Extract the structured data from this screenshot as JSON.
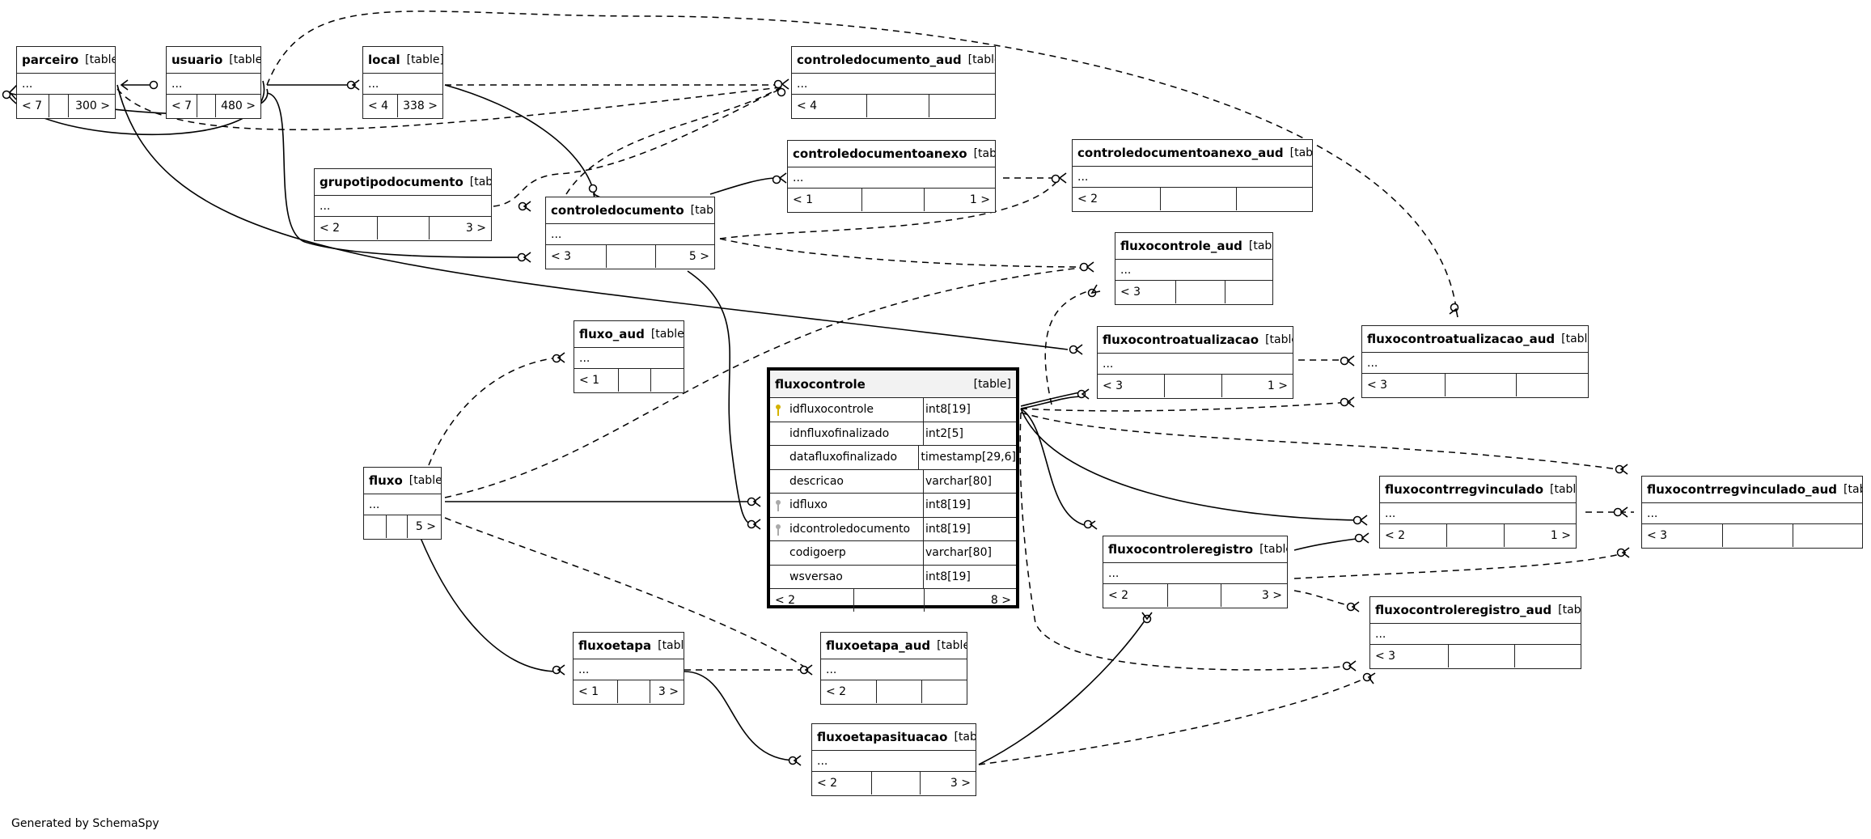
{
  "footer": "Generated by SchemaSpy",
  "tables": {
    "parceiro": {
      "name": "parceiro",
      "tag": "[table]",
      "row": "...",
      "footer": [
        "< 7",
        "",
        "300 >"
      ]
    },
    "usuario": {
      "name": "usuario",
      "tag": "[table]",
      "row": "...",
      "footer": [
        "< 7",
        "",
        "480 >"
      ]
    },
    "local": {
      "name": "local",
      "tag": "[table]",
      "row": "...",
      "footer": [
        "< 4",
        "338 >"
      ]
    },
    "controledocumento_aud": {
      "name": "controledocumento_aud",
      "tag": "[table]",
      "row": "...",
      "footer": [
        "< 4",
        "",
        ""
      ]
    },
    "controledocumentoanexo": {
      "name": "controledocumentoanexo",
      "tag": "[table]",
      "row": "...",
      "footer": [
        "< 1",
        "",
        "1 >"
      ]
    },
    "controledocumentoanexo_aud": {
      "name": "controledocumentoanexo_aud",
      "tag": "[table]",
      "row": "...",
      "footer": [
        "< 2",
        "",
        ""
      ]
    },
    "grupotipodocumento": {
      "name": "grupotipodocumento",
      "tag": "[table]",
      "row": "...",
      "footer": [
        "< 2",
        "",
        "3 >"
      ]
    },
    "controledocumento": {
      "name": "controledocumento",
      "tag": "[table]",
      "row": "...",
      "footer": [
        "< 3",
        "",
        "5 >"
      ]
    },
    "fluxocontrole_aud": {
      "name": "fluxocontrole_aud",
      "tag": "[table]",
      "row": "...",
      "footer": [
        "< 3",
        "",
        ""
      ]
    },
    "fluxo_aud": {
      "name": "fluxo_aud",
      "tag": "[table]",
      "row": "...",
      "footer": [
        "< 1",
        "",
        ""
      ]
    },
    "fluxocontroatualizacao": {
      "name": "fluxocontroatualizacao",
      "tag": "[table]",
      "row": "...",
      "footer": [
        "< 3",
        "",
        "1 >"
      ]
    },
    "fluxocontroatualizacao_aud": {
      "name": "fluxocontroatualizacao_aud",
      "tag": "[table]",
      "row": "...",
      "footer": [
        "< 3",
        "",
        ""
      ]
    },
    "fluxo": {
      "name": "fluxo",
      "tag": "[table]",
      "row": "...",
      "footer": [
        "",
        "",
        "5 >"
      ]
    },
    "fluxocontrregvinculado": {
      "name": "fluxocontrregvinculado",
      "tag": "[table]",
      "row": "...",
      "footer": [
        "< 2",
        "",
        "1 >"
      ]
    },
    "fluxocontrregvinculado_aud": {
      "name": "fluxocontrregvinculado_aud",
      "tag": "[table]",
      "row": "...",
      "footer": [
        "< 3",
        "",
        ""
      ]
    },
    "fluxocontroleregistro": {
      "name": "fluxocontroleregistro",
      "tag": "[table]",
      "row": "...",
      "footer": [
        "< 2",
        "",
        "3 >"
      ]
    },
    "fluxocontroleregistro_aud": {
      "name": "fluxocontroleregistro_aud",
      "tag": "[table]",
      "row": "...",
      "footer": [
        "< 3",
        "",
        ""
      ]
    },
    "fluxoetapa": {
      "name": "fluxoetapa",
      "tag": "[table]",
      "row": "...",
      "footer": [
        "< 1",
        "",
        "3 >"
      ]
    },
    "fluxoetapa_aud": {
      "name": "fluxoetapa_aud",
      "tag": "[table]",
      "row": "...",
      "footer": [
        "< 2",
        "",
        ""
      ]
    },
    "fluxoetapasituacao": {
      "name": "fluxoetapasituacao",
      "tag": "[table]",
      "row": "...",
      "footer": [
        "< 2",
        "",
        "3 >"
      ]
    },
    "fluxocontrole": {
      "name": "fluxocontrole",
      "tag": "[table]",
      "columns": [
        {
          "name": "idfluxocontrole",
          "type": "int8[19]",
          "key": "pk"
        },
        {
          "name": "idnfluxofinalizado",
          "type": "int2[5]",
          "key": ""
        },
        {
          "name": "datafluxofinalizado",
          "type": "timestamp[29,6]",
          "key": ""
        },
        {
          "name": "descricao",
          "type": "varchar[80]",
          "key": ""
        },
        {
          "name": "idfluxo",
          "type": "int8[19]",
          "key": "fk"
        },
        {
          "name": "idcontroledocumento",
          "type": "int8[19]",
          "key": "fk"
        },
        {
          "name": "codigoerp",
          "type": "varchar[80]",
          "key": ""
        },
        {
          "name": "wsversao",
          "type": "int8[19]",
          "key": ""
        }
      ],
      "footer": [
        "< 2",
        "",
        "8 >"
      ]
    }
  }
}
